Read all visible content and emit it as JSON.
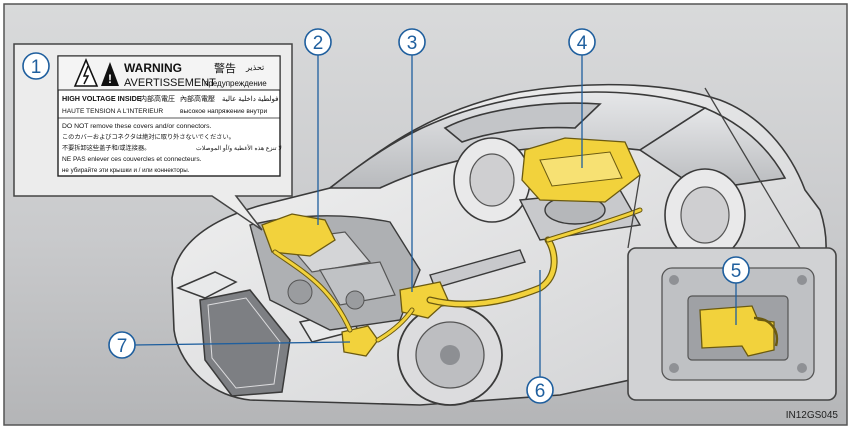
{
  "diagram": {
    "image_code": "IN12GS045",
    "callouts": [
      "1",
      "2",
      "3",
      "4",
      "5",
      "6",
      "7"
    ],
    "label": {
      "warning": "WARNING",
      "avertissement": "AVERTISSEMENT",
      "japanese_warning": "警告",
      "arabic_warning": "تحذير",
      "russian_warning": "предупреждение",
      "line1_en": "HIGH VOLTAGE INSIDE",
      "line1_ja": "内部高電圧",
      "line1_zh": "內部高電壓",
      "line1_ar": "فولطية داخلية عالية",
      "line2_fr": "HAUTE TENSION A L'INTERIEUR",
      "line2_ru": "высокое напряжение внутри",
      "line3_en": "DO NOT remove these covers and/or connectors.",
      "line4_ja": "このカバーおよびコネクタは絶対に取り外さないでください。",
      "line5_zh": "不要拆卸这些盖子和/或连接器。",
      "line5_ar": "لا تنزع هذه الأغطية و/أو الموصلات",
      "line6_fr": "NE PAS enlever ces couvercles et connecteurs.",
      "line7_ru": "не убирайте эти крышки и / или коннекторы."
    },
    "colors": {
      "callout": "#1f5f9e",
      "component": "#f2d23c",
      "car_line": "#3a3a3a"
    }
  }
}
